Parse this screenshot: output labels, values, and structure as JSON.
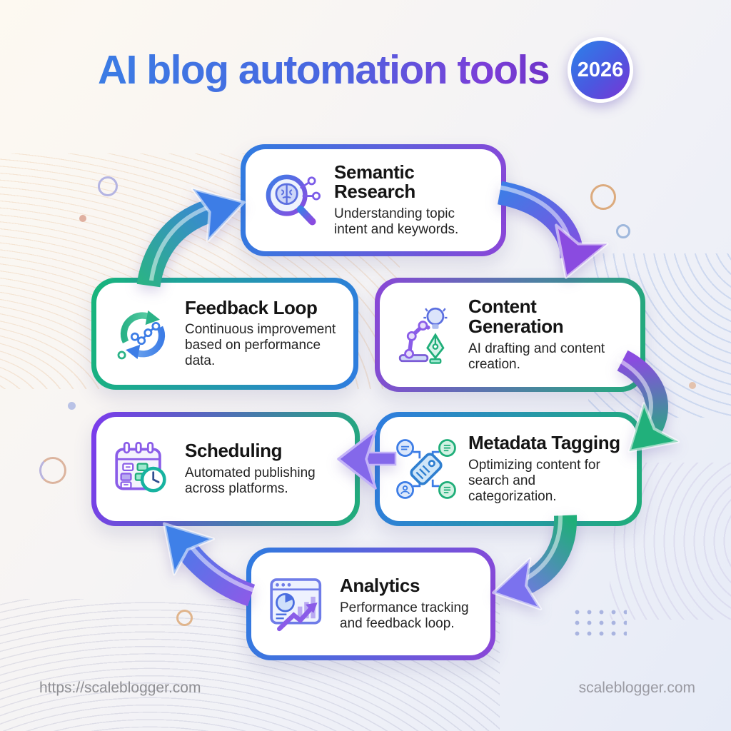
{
  "header": {
    "title": "AI blog automation tools",
    "badge": "2026"
  },
  "steps": [
    {
      "id": "semantic-research",
      "title": "Semantic Research",
      "desc": "Understanding topic intent and keywords.",
      "icon": "brain-magnifier-icon"
    },
    {
      "id": "content-generation",
      "title": "Content Generation",
      "desc": "AI drafting and content creation.",
      "icon": "robot-arm-bulb-pen-icon"
    },
    {
      "id": "metadata-tagging",
      "title": "Metadata Tagging",
      "desc": "Optimizing content for search and categorization.",
      "icon": "tag-network-icon"
    },
    {
      "id": "analytics",
      "title": "Analytics",
      "desc": "Performance tracking and feedback loop.",
      "icon": "analytics-dashboard-icon"
    },
    {
      "id": "scheduling",
      "title": "Scheduling",
      "desc": "Automated publishing across platforms.",
      "icon": "calendar-clock-icon"
    },
    {
      "id": "feedback-loop",
      "title": "Feedback Loop",
      "desc": "Continuous improvement based on performance data.",
      "icon": "cycle-arrows-icon"
    }
  ],
  "footer": {
    "left": "https://scaleblogger.com",
    "right": "scaleblogger.com"
  },
  "colors": {
    "title_gradient_start": "#3b7ce4",
    "title_gradient_end": "#6d33c8",
    "accent_blue": "#2f7ce0",
    "accent_purple": "#8a46d8",
    "accent_green": "#1fae79",
    "card_background": "#ffffff",
    "footer_text": "#8f8f93"
  }
}
